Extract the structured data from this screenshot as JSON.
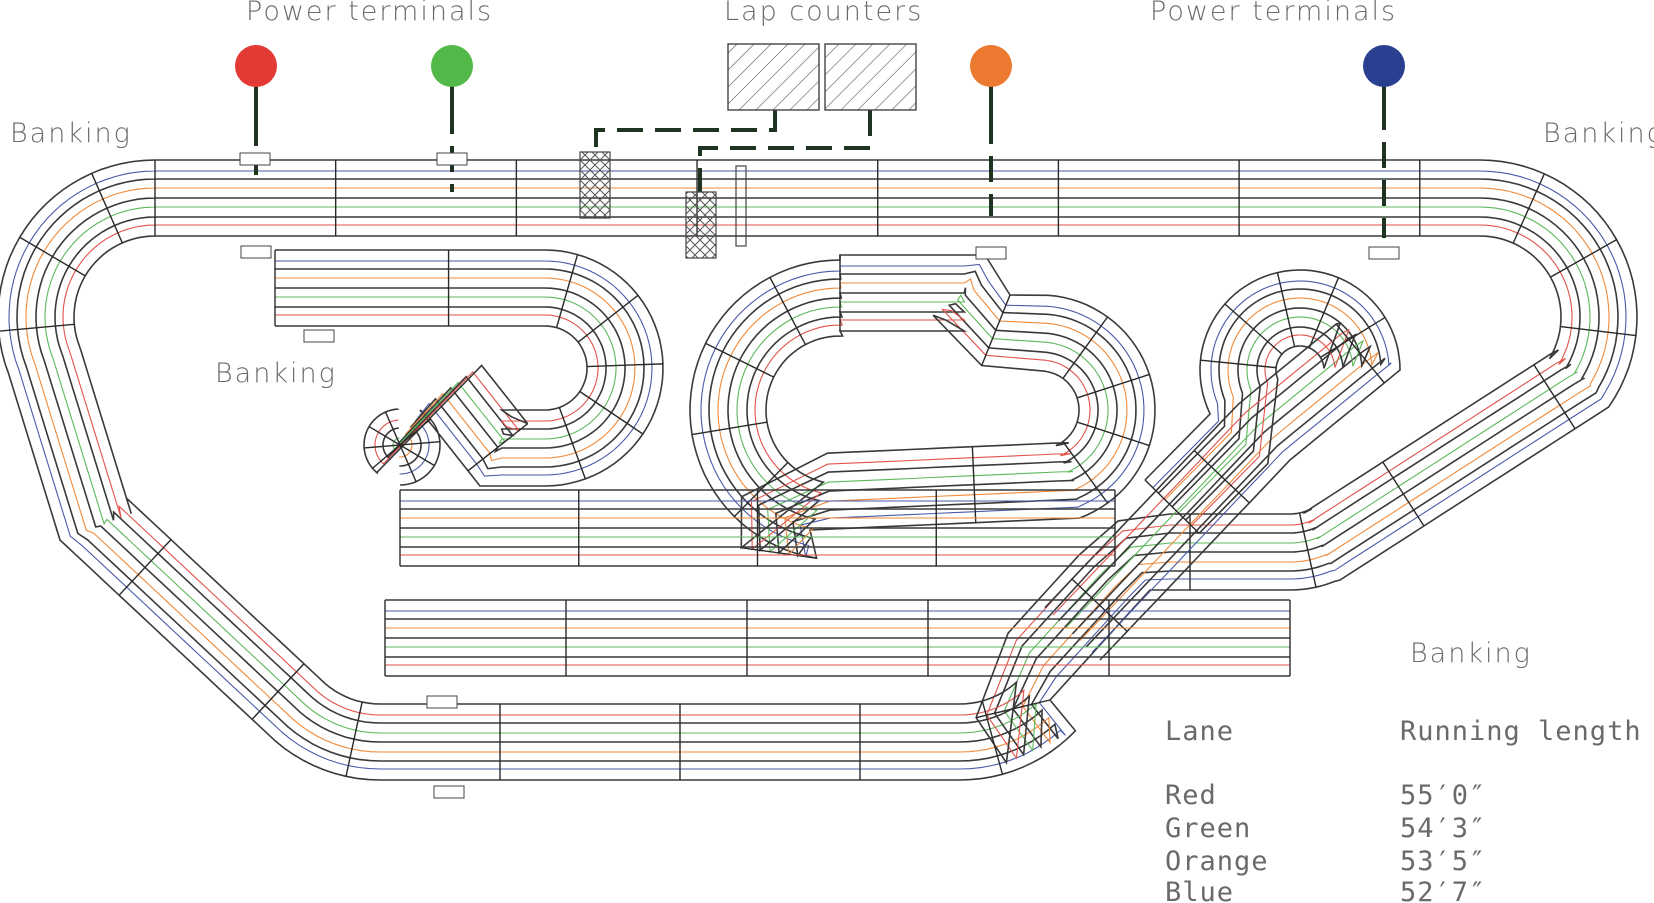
{
  "labels": {
    "power_terminals_left": "Power terminals",
    "lap_counters": "Lap counters",
    "power_terminals_right": "Power terminals",
    "banking_top_left": "Banking",
    "banking_top_right": "Banking",
    "banking_inner": "Banking",
    "banking_bottom_right": "Banking"
  },
  "terminals": [
    {
      "name": "red-terminal",
      "color": "#e33a35"
    },
    {
      "name": "green-terminal",
      "color": "#52b848"
    },
    {
      "name": "orange-terminal",
      "color": "#eb7a30"
    },
    {
      "name": "blue-terminal",
      "color": "#2b3f91"
    }
  ],
  "lane_colors": {
    "red": "#e0524a",
    "green": "#5cb85a",
    "orange": "#ef8a3a",
    "blue": "#4a5aa8"
  },
  "table": {
    "col_lane": "Lane",
    "col_length": "Running length",
    "rows": [
      {
        "lane": "Red",
        "length": "55′0″"
      },
      {
        "lane": "Green",
        "length": "54′3″"
      },
      {
        "lane": "Orange",
        "length": "53′5″"
      },
      {
        "lane": "Blue",
        "length": "52′7″"
      }
    ]
  }
}
